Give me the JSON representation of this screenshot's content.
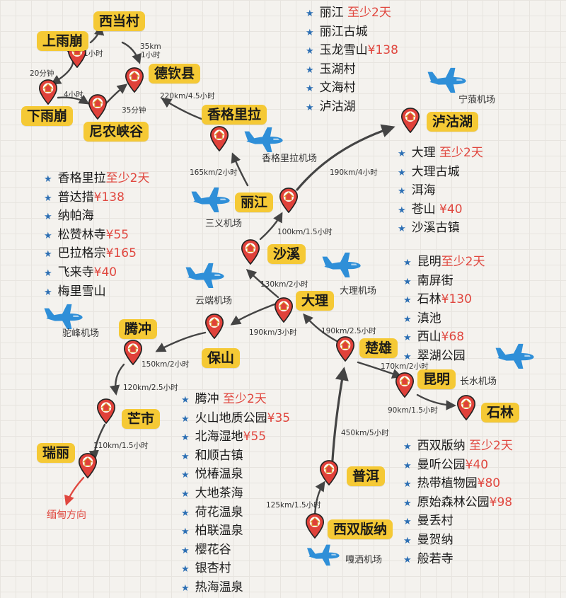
{
  "colors": {
    "badge": "#f5c935",
    "pin": "#e0413a",
    "plane": "#2f8fd8",
    "arrow": "#444444",
    "arrow_south": "#e0473f",
    "star": "#2c6fb4",
    "note": "#e0473f"
  },
  "icons": {
    "pin": "map-pin-icon",
    "plane": "airplane-icon",
    "star": "star-icon"
  },
  "cities": {
    "xidangcun": "西当村",
    "shangyubeng": "上雨崩",
    "deqin": "德钦县",
    "xiayubeng": "下雨崩",
    "nirong": "尼农峡谷",
    "shangrila": "香格里拉",
    "lugu": "泸沽湖",
    "lijiang": "丽江",
    "shaxi": "沙溪",
    "dali": "大理",
    "tengchong": "腾冲",
    "baoshan": "保山",
    "chuxiong": "楚雄",
    "kunming": "昆明",
    "shilin": "石林",
    "mangshi": "芒市",
    "ruili": "瑞丽",
    "puer": "普洱",
    "xishuangbanna": "西双版纳"
  },
  "airports": {
    "ninglang": "宁蒗机场",
    "shangrila": "香格里拉机场",
    "sanyi": "三义机场",
    "dali": "大理机场",
    "yunduan": "云端机场",
    "tuofeng": "驼峰机场",
    "changshui": "长水机场",
    "gasa": "嘎洒机场"
  },
  "distances": {
    "xidang_deqin": "35km\n1小时",
    "shang_xidang": "1小时",
    "shang_xia": "20分钟",
    "xia_nirong": "4小时",
    "nirong_deqin": "35分钟",
    "deqin_shangrila": "220km/4.5小时",
    "shangrila_lijiang": "165km/2小时",
    "lijiang_lugu": "190km/4小时",
    "shaxi_lijiang": "100km/1.5小时",
    "dali_shaxi": "130km/2小时",
    "dali_baoshan": "190km/3小时",
    "chuxiong_dali": "190km/2.5小时",
    "baoshan_tengchong": "150km/2小时",
    "chuxiong_kunming": "170km/2小时",
    "tengchong_mangshi": "120km/2.5小时",
    "kunming_shilin": "90km/1.5小时",
    "mangshi_ruili": "110km/1.5小时",
    "puer_chuxiong": "450km/5小时",
    "banna_puer": "125km/1.5小时"
  },
  "ruili_direction": "缅甸方向",
  "lists": {
    "lijiang": [
      {
        "text": "丽江",
        "note": " 至少2天"
      },
      {
        "text": "丽江古城"
      },
      {
        "text": "玉龙雪山",
        "note": "¥138"
      },
      {
        "text": "玉湖村"
      },
      {
        "text": "文海村"
      },
      {
        "text": "泸沽湖"
      }
    ],
    "shangrila": [
      {
        "text": "香格里拉",
        "note": "至少2天"
      },
      {
        "text": "普达措",
        "note": "¥138"
      },
      {
        "text": "纳帕海"
      },
      {
        "text": "松赞林寺",
        "note": "¥55"
      },
      {
        "text": "巴拉格宗",
        "note": "¥165"
      },
      {
        "text": "飞来寺",
        "note": "¥40"
      },
      {
        "text": "梅里雪山"
      }
    ],
    "dali": [
      {
        "text": "大理",
        "note": " 至少2天"
      },
      {
        "text": "大理古城"
      },
      {
        "text": "洱海"
      },
      {
        "text": "苍山",
        "note": " ¥40"
      },
      {
        "text": "沙溪古镇"
      }
    ],
    "kunming": [
      {
        "text": "昆明",
        "note": "至少2天"
      },
      {
        "text": "南屏街"
      },
      {
        "text": "石林",
        "note": "¥130"
      },
      {
        "text": "滇池"
      },
      {
        "text": "西山",
        "note": "¥68"
      },
      {
        "text": "翠湖公园"
      }
    ],
    "tengchong": [
      {
        "text": "腾冲",
        "note": " 至少2天"
      },
      {
        "text": "火山地质公园",
        "note": "¥35"
      },
      {
        "text": "北海湿地",
        "note": "¥55"
      },
      {
        "text": "和顺古镇"
      },
      {
        "text": "悦椿温泉"
      },
      {
        "text": "大地茶海"
      },
      {
        "text": "荷花温泉"
      },
      {
        "text": "柏联温泉"
      },
      {
        "text": "樱花谷"
      },
      {
        "text": "银杏村"
      },
      {
        "text": "热海温泉"
      }
    ],
    "banna": [
      {
        "text": "西双版纳",
        "note": " 至少2天"
      },
      {
        "text": "曼听公园",
        "note": "¥40"
      },
      {
        "text": "热带植物园",
        "note": "¥80"
      },
      {
        "text": "原始森林公园",
        "note": "¥98"
      },
      {
        "text": "曼丢村"
      },
      {
        "text": "曼贺纳"
      },
      {
        "text": "般若寺"
      }
    ]
  }
}
